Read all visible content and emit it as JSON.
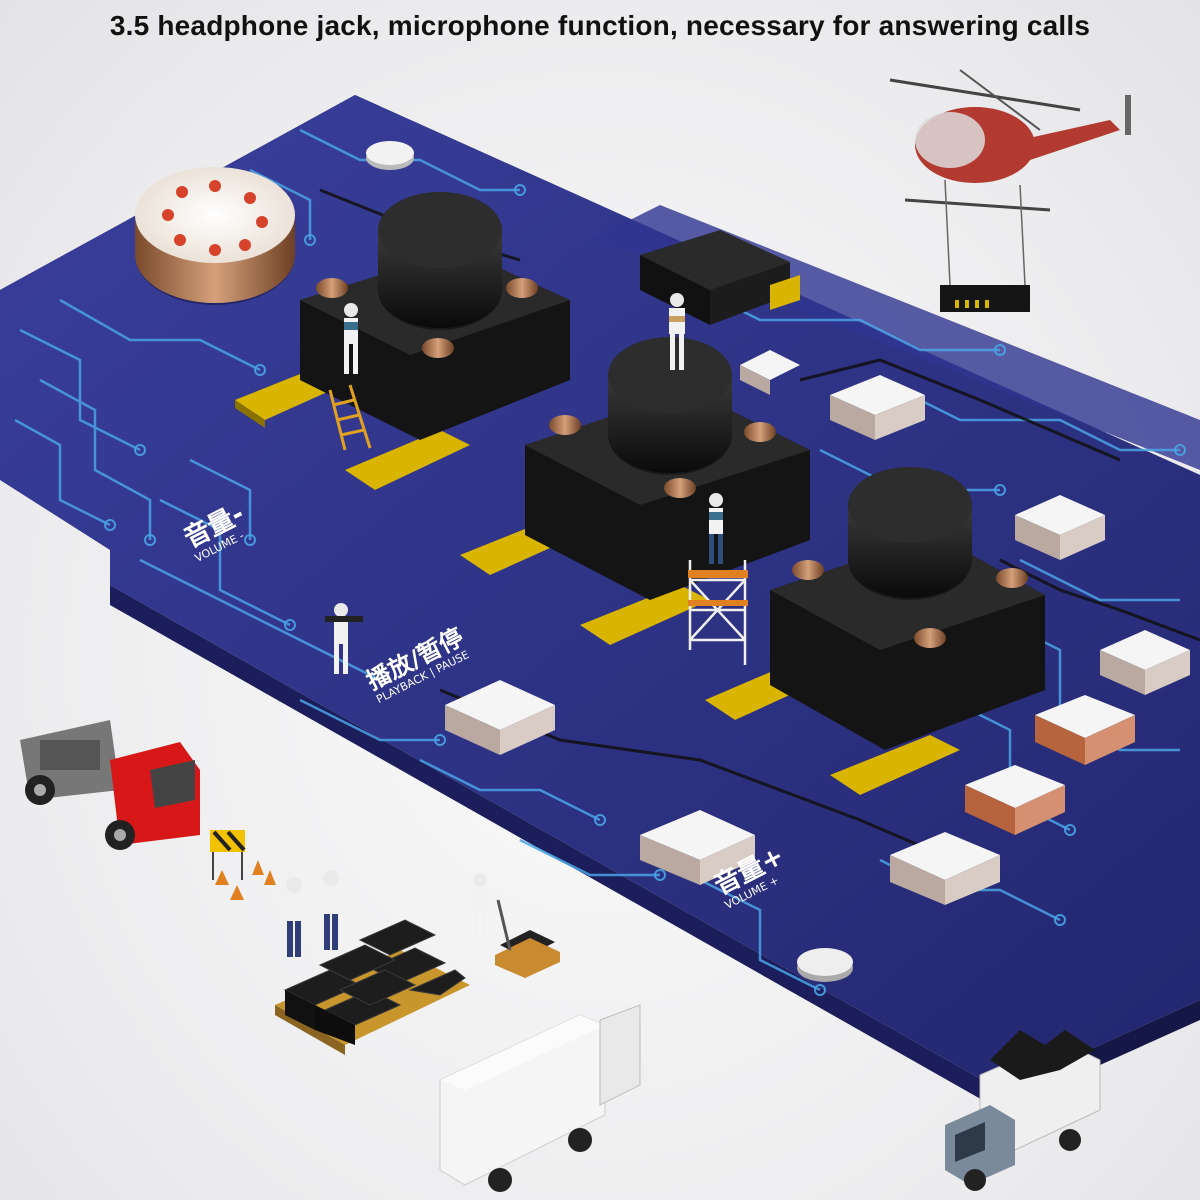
{
  "headline": "3.5 headphone jack, microphone function, necessary for answering calls",
  "board_labels": {
    "volume_minus_cn": "音量-",
    "volume_minus_en": "VOLUME -",
    "playback_cn": "播放/暂停",
    "playback_en": "PLAYBACK | PAUSE",
    "volume_plus_cn": "音量+",
    "volume_plus_en": "VOLUME +"
  },
  "colors": {
    "pcb": "#2b2f86",
    "trace": "#4aa3e6",
    "button": "#151515",
    "pad_gold": "#d9b400",
    "copper": "#c98a5c",
    "truck_red": "#d81818",
    "white_component": "#f4f4f4"
  },
  "icons": [
    "microphone-icon",
    "helicopter-icon",
    "truck-icon",
    "worker-icon"
  ]
}
